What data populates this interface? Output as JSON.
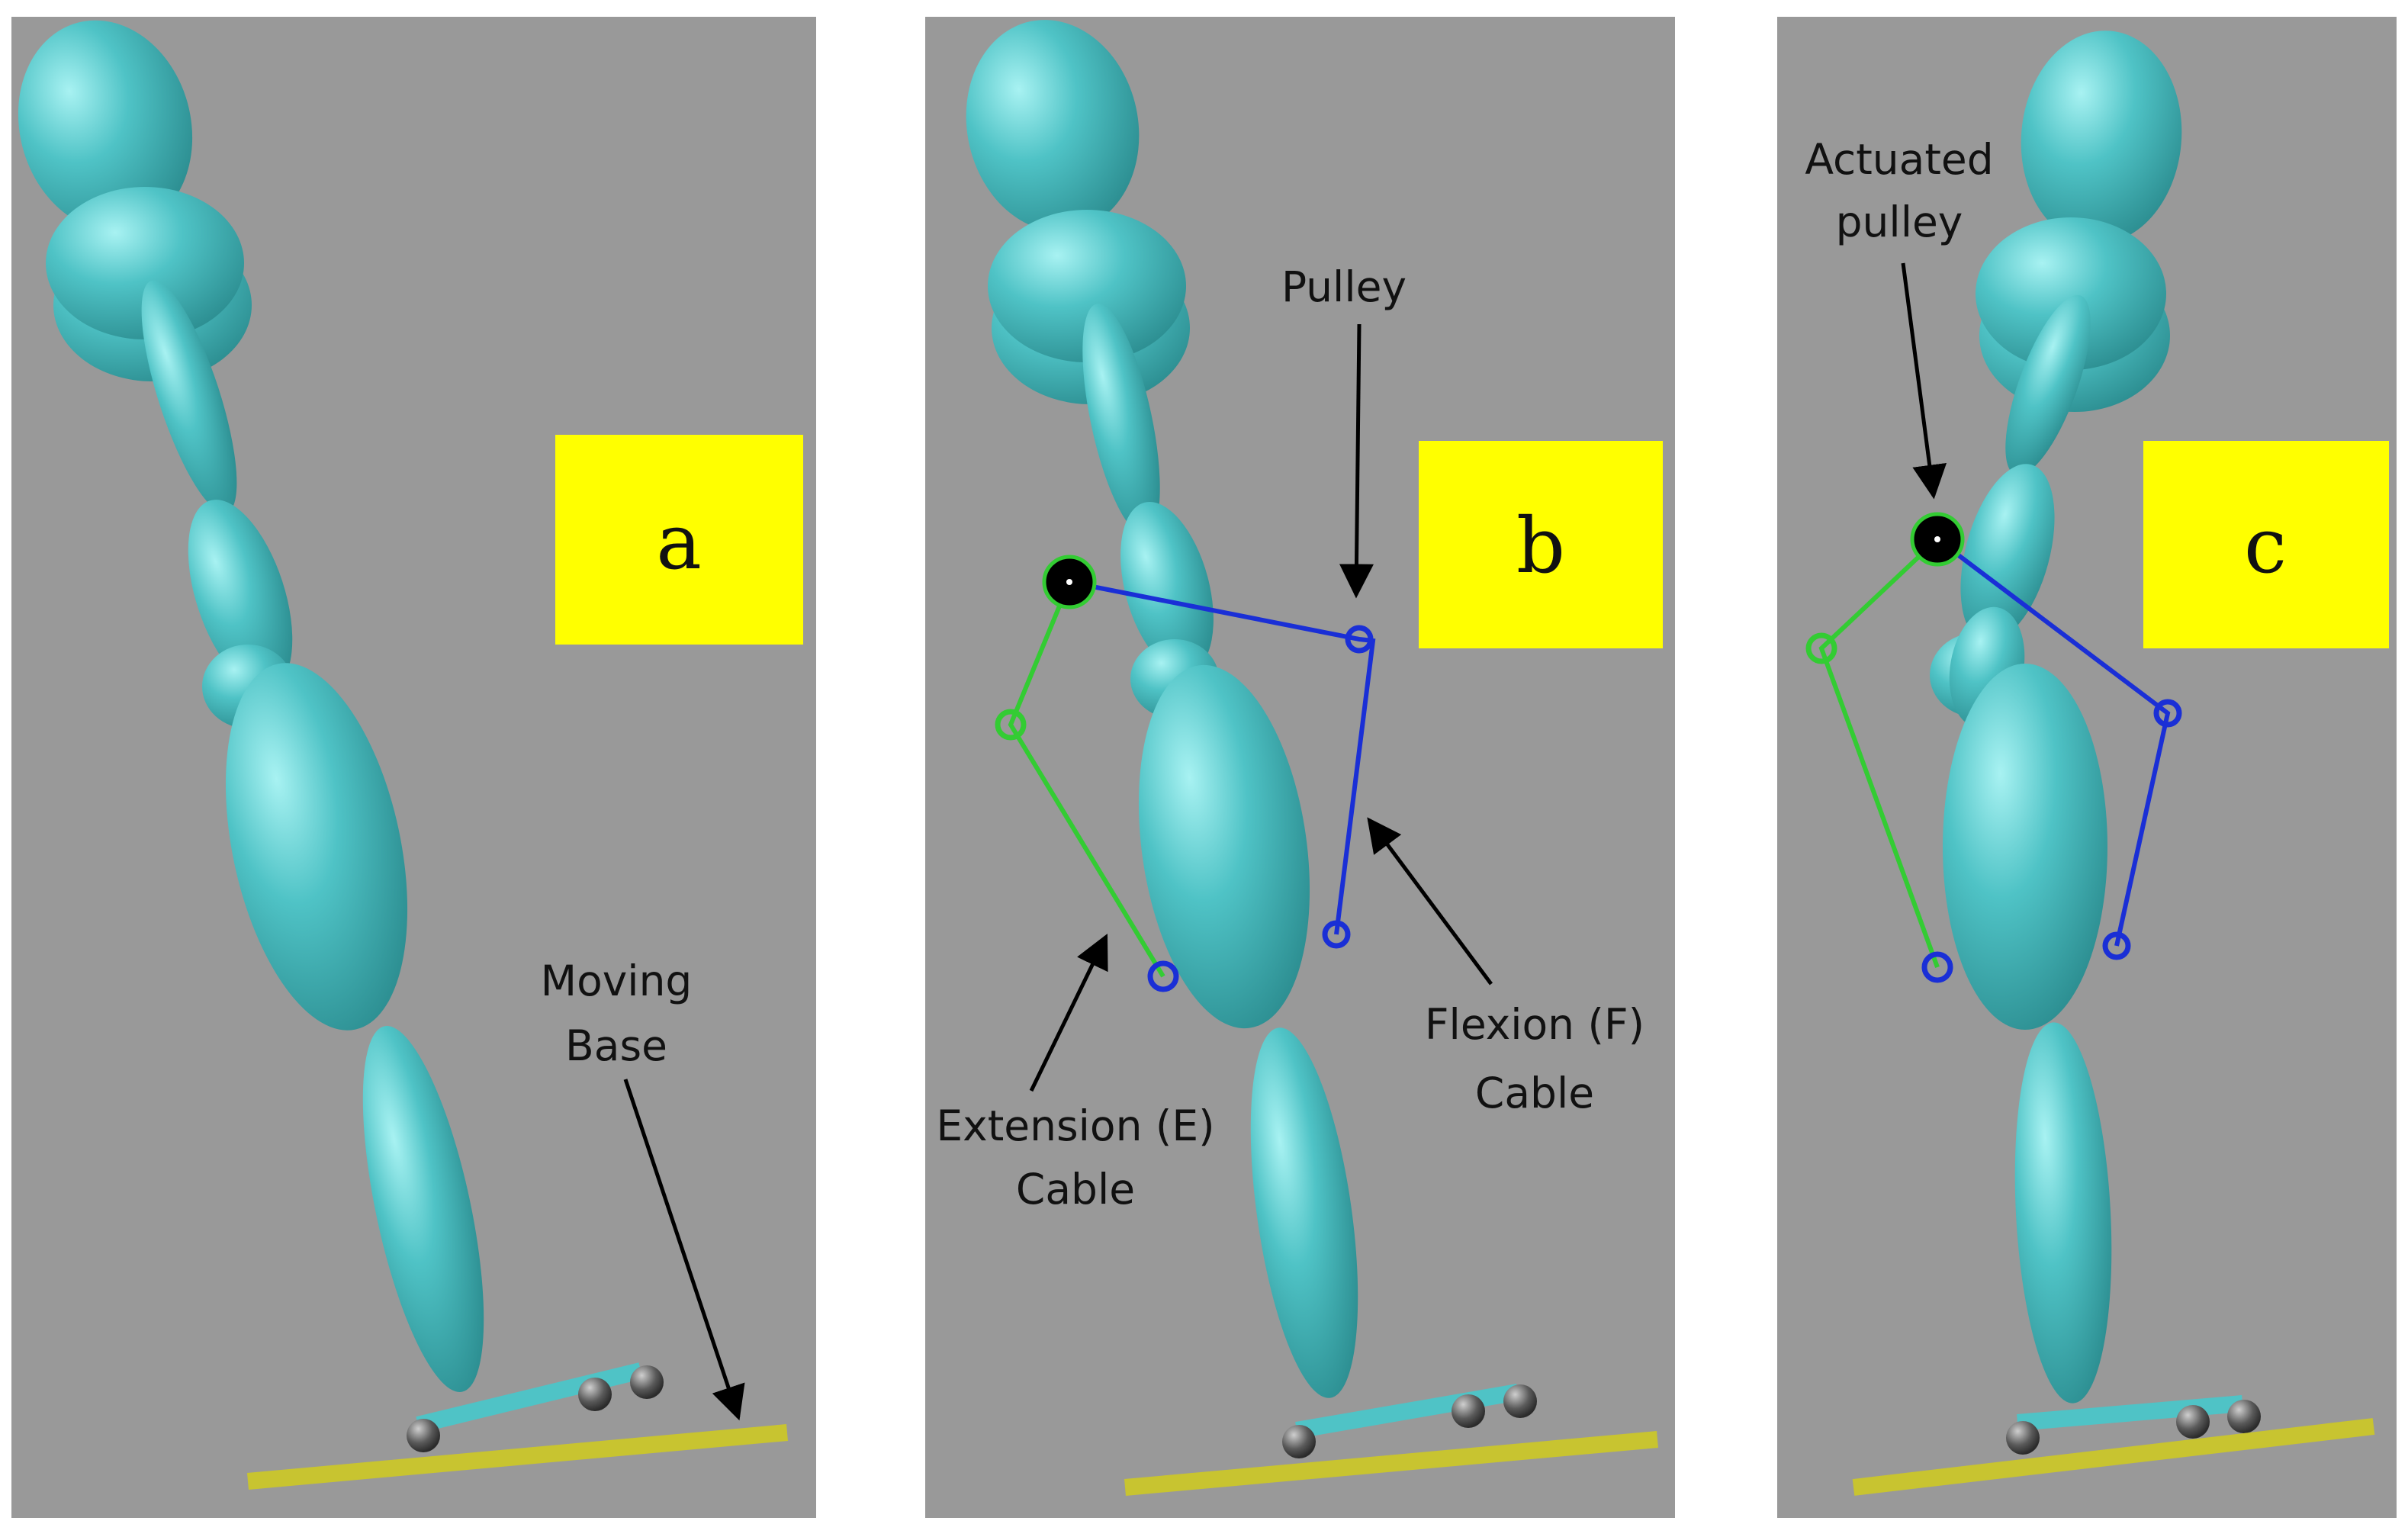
{
  "panels": [
    {
      "badge": "a",
      "annotations": [
        {
          "id": "moving-base-label",
          "lines": [
            "Moving",
            "Base"
          ]
        }
      ]
    },
    {
      "badge": "b",
      "annotations": [
        {
          "id": "pulley-label",
          "lines": [
            "Pulley"
          ]
        },
        {
          "id": "flexion-cable-label",
          "lines": [
            "Flexion (F)",
            "Cable"
          ]
        },
        {
          "id": "extension-cable-label",
          "lines": [
            "Extension (E)",
            "Cable"
          ]
        }
      ]
    },
    {
      "badge": "c",
      "annotations": [
        {
          "id": "actuated-pulley-label",
          "lines": [
            "Actuated",
            "pulley"
          ]
        }
      ]
    }
  ],
  "colors": {
    "panel_background": "#999999",
    "body_segment": "#4fc3c6",
    "badge": "#ffff00",
    "ground_rail": "#c8c430",
    "flexion_cable": "#1a2fd6",
    "extension_cable": "#33cc33",
    "actuated_pulley": "#000000"
  }
}
